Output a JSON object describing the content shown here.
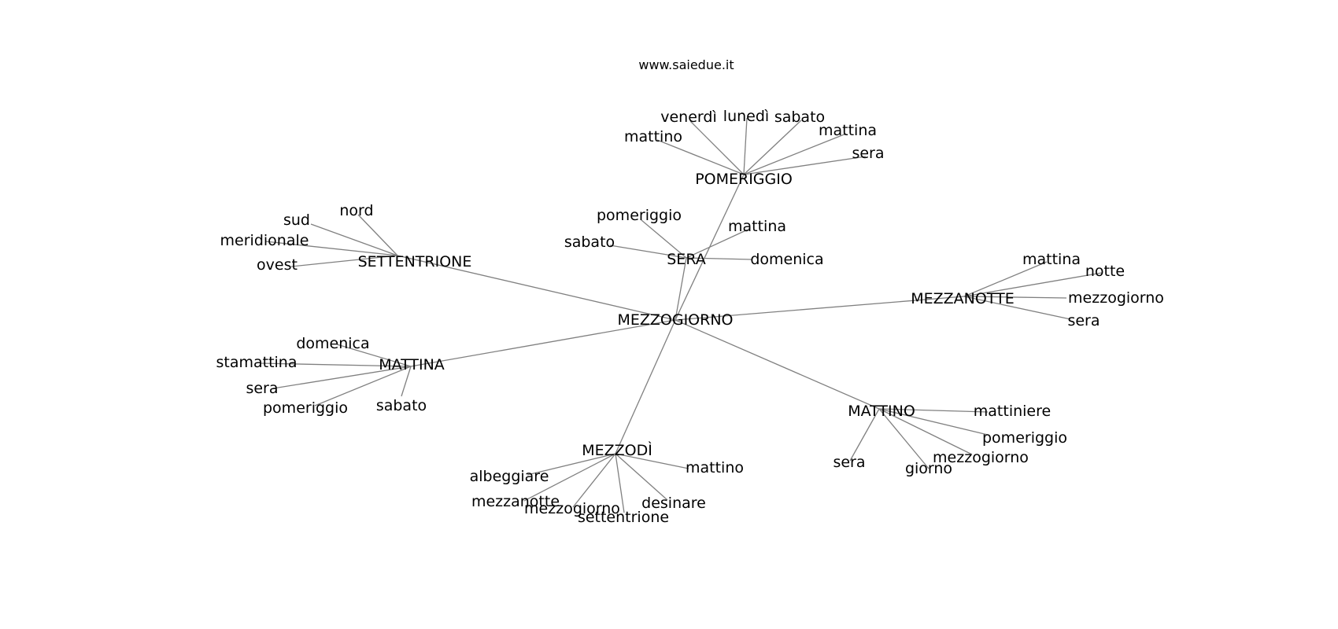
{
  "watermark": "www.saiedue.it",
  "colors": {
    "edge": "#808080",
    "text": "#000000",
    "background": "#ffffff"
  },
  "graph": {
    "center": "MEZZOGIORNO",
    "clusters": [
      {
        "hub": "POMERIGGIO",
        "leaves": [
          "venerdì",
          "lunedì",
          "sabato",
          "mattino",
          "mattina",
          "sera"
        ]
      },
      {
        "hub": "SERA",
        "leaves": [
          "pomeriggio",
          "mattina",
          "sabato",
          "domenica"
        ]
      },
      {
        "hub": "SETTENTRIONE",
        "leaves": [
          "nord",
          "sud",
          "meridionale",
          "ovest"
        ]
      },
      {
        "hub": "MEZZANOTTE",
        "leaves": [
          "mattina",
          "notte",
          "mezzogiorno",
          "sera"
        ]
      },
      {
        "hub": "MATTINA",
        "leaves": [
          "domenica",
          "stamattina",
          "sera",
          "pomeriggio",
          "sabato"
        ]
      },
      {
        "hub": "MATTINO",
        "leaves": [
          "mattiniere",
          "pomeriggio",
          "mezzogiorno",
          "giorno",
          "sera"
        ]
      },
      {
        "hub": "MEZZODÌ",
        "leaves": [
          "albeggiare",
          "mattino",
          "mezzanotte",
          "mezzogiorno",
          "settentrione",
          "desinare"
        ]
      }
    ]
  }
}
